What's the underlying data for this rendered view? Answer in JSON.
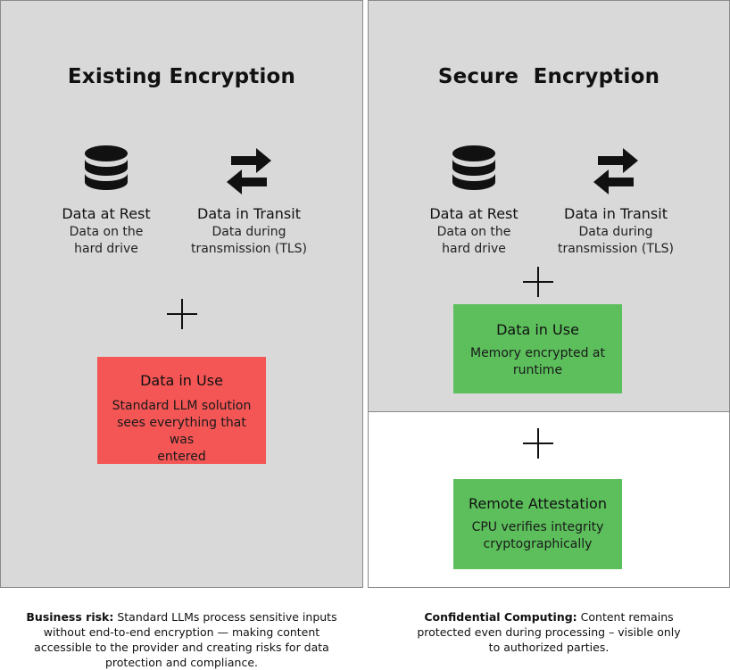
{
  "left": {
    "title": "Existing Encryption",
    "rest": {
      "heading": "Data at Rest",
      "desc_line1": "Data on the",
      "desc_line2": "hard drive",
      "icon": "database-icon"
    },
    "transit": {
      "heading": "Data in Transit",
      "desc_line1": "Data during",
      "desc_line2": "transmission (TLS)",
      "icon": "transfer-arrows-icon"
    },
    "use_box": {
      "heading": "Data in Use",
      "desc_line1": "Standard LLM solution",
      "desc_line2": "sees everything that was",
      "desc_line3": "entered",
      "color": "#f45555"
    }
  },
  "right": {
    "title": "Secure  Encryption",
    "rest": {
      "heading": "Data at Rest",
      "desc_line1": "Data on the",
      "desc_line2": "hard drive",
      "icon": "database-icon"
    },
    "transit": {
      "heading": "Data in Transit",
      "desc_line1": "Data during",
      "desc_line2": "transmission (TLS)",
      "icon": "transfer-arrows-icon"
    },
    "use_box": {
      "heading": "Data in Use",
      "desc_line1": "Memory encrypted at",
      "desc_line2": "runtime",
      "color": "#5cbf5c"
    },
    "attestation_box": {
      "heading": "Remote Attestation",
      "desc_line1": "CPU verifies integrity",
      "desc_line2": "cryptographically",
      "color": "#5cbf5c"
    }
  },
  "captions": {
    "left": {
      "label": "Business risk:",
      "line1": " Standard LLMs process sensitive inputs",
      "line2": "without end-to-end encryption — making content",
      "line3": "accessible to the provider and creating risks for data",
      "line4": "protection and compliance."
    },
    "right": {
      "label": "Confidential Computing:",
      "line1": " Content remains",
      "line2": "protected even during processing – visible only",
      "line3": "to authorized parties."
    }
  }
}
